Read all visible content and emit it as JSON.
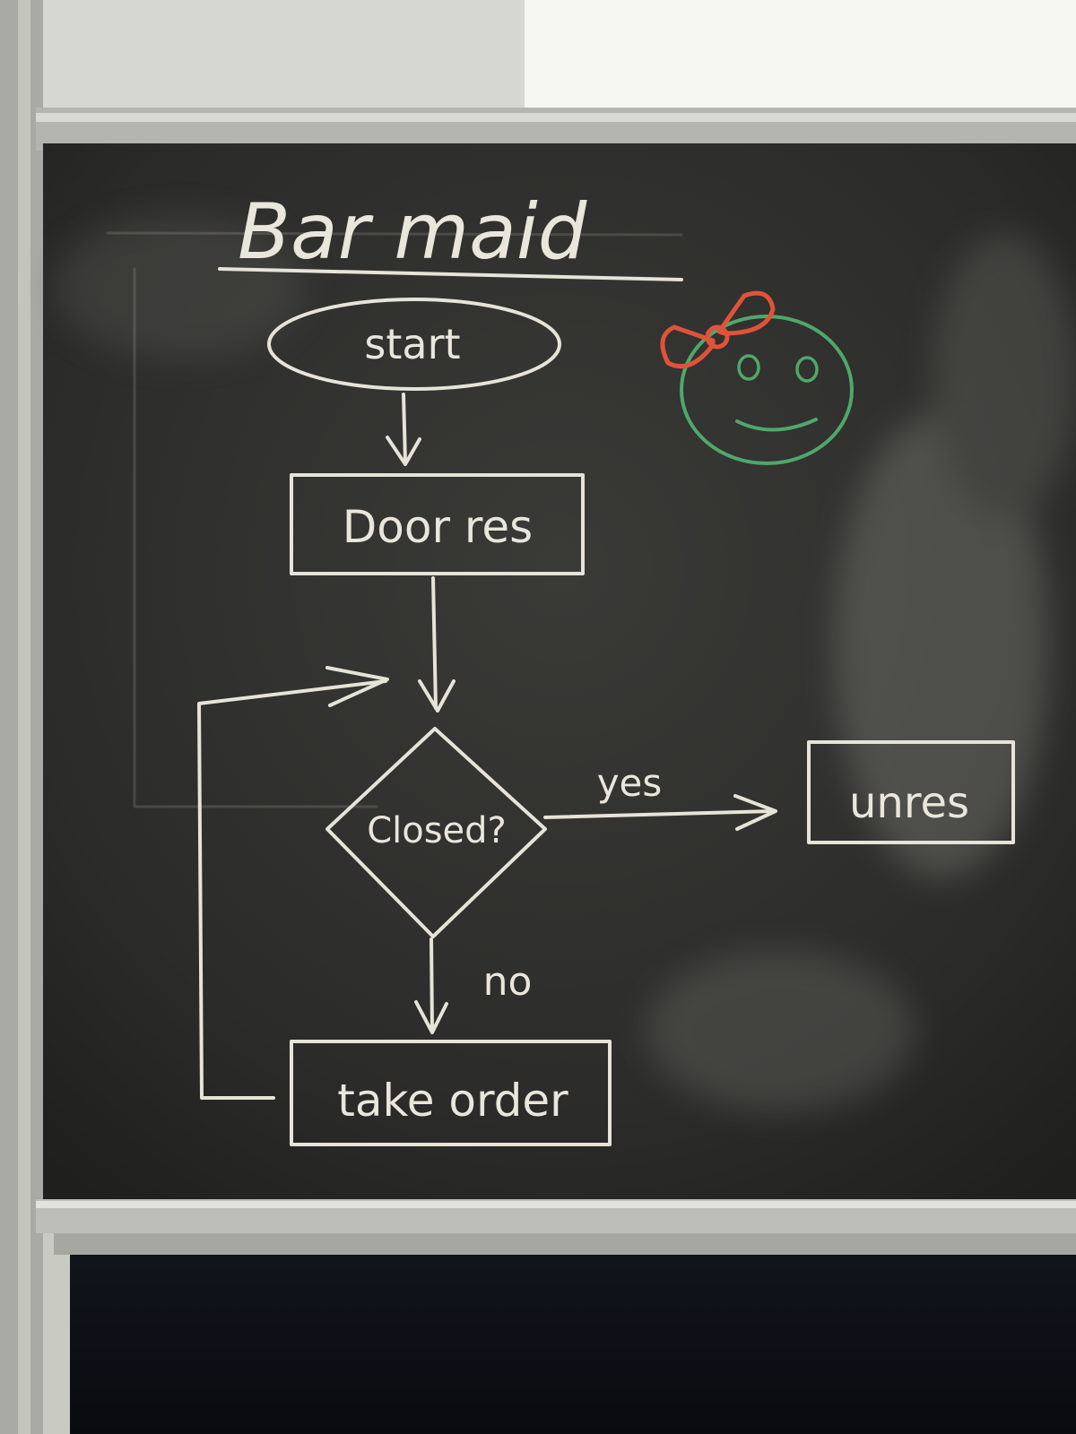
{
  "title": "Bar maid",
  "nodes": {
    "start": {
      "label": "start"
    },
    "door_res": {
      "label": "Door res"
    },
    "closed": {
      "label": "Closed?"
    },
    "unres": {
      "label": "unres"
    },
    "take_order": {
      "label": "take order"
    }
  },
  "edges": {
    "yes": "yes",
    "no": "no"
  },
  "colors": {
    "board": "#2e2e2c",
    "chalk": "#e9e6dc",
    "bow": "#e0533a",
    "face": "#4fa86a",
    "frame": "#b9bab3"
  },
  "doodles": [
    "smiley-face-icon",
    "bow-icon"
  ]
}
